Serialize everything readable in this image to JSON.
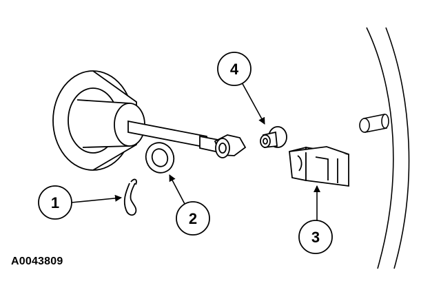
{
  "figure": {
    "id": "A0043809",
    "callouts": [
      {
        "number": "1",
        "part": "hairpin-clip"
      },
      {
        "number": "2",
        "part": "washer"
      },
      {
        "number": "3",
        "part": "clip-bracket"
      },
      {
        "number": "4",
        "part": "bushing"
      }
    ],
    "line_color": "#000000",
    "background": "#ffffff"
  }
}
